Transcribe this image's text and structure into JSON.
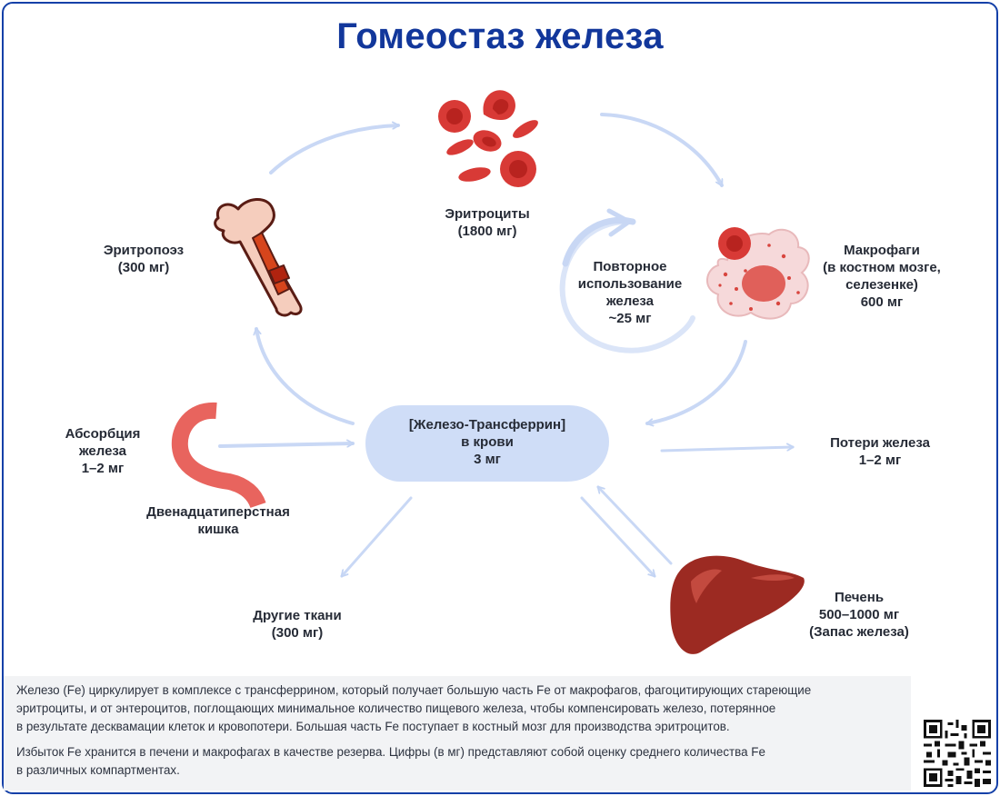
{
  "title": "Гомеостаз железа",
  "nodes": {
    "erythrocytes": {
      "name": "Эритроциты",
      "value": "(1800 мг)"
    },
    "erythropoiesis": {
      "name": "Эритропоэз",
      "value": "(300 мг)"
    },
    "macrophages": {
      "name": "Макрофаги",
      "detail1": "(в костном мозге,",
      "detail2": "селезенке)",
      "value": "600 мг"
    },
    "recycling": {
      "line1": "Повторное",
      "line2": "использование",
      "line3": "железа",
      "value": "~25 мг"
    },
    "transferrin": {
      "line1": "[Железо-Трансферрин]",
      "line2": "в крови",
      "value": "3 мг"
    },
    "absorption": {
      "line1": "Абсорбция",
      "line2": "железа",
      "value": "1–2 мг"
    },
    "duodenum": {
      "line1": "Двенадцатиперстная",
      "line2": "кишка"
    },
    "losses": {
      "name": "Потери железа",
      "value": "1–2 мг"
    },
    "other_tissues": {
      "name": "Другие ткани",
      "value": "(300 мг)"
    },
    "liver": {
      "name": "Печень",
      "value": "500–1000 мг",
      "note": "(Запас железа)"
    }
  },
  "footnote": {
    "p1_line1": "Железо (Fe) циркулирует в комплексе с трансферрином, который получает большую часть Fe от макрофагов, фагоцитирующих стареющие",
    "p1_line2": "эритроциты, и от энтероцитов, поглощающих минимальное количество пищевого железа, чтобы компенсировать железо, потерянное",
    "p1_line3": "в результате десквамации клеток и кровопотери. Большая часть Fe поступает в костный мозг для производства эритроцитов.",
    "p2_line1": "Избыток Fe хранится в печени и макрофагах в качестве резерва. Цифры (в мг) представляют собой оценку среднего количества Fe",
    "p2_line2": "в различных компартментах."
  },
  "colors": {
    "title": "#12379b",
    "border": "#1440a8",
    "arrow": "#c6d6f5",
    "blob": "#cfddf7",
    "rbc": "#d83a36",
    "liver": "#9c2a22",
    "intestine": "#e8645e"
  }
}
